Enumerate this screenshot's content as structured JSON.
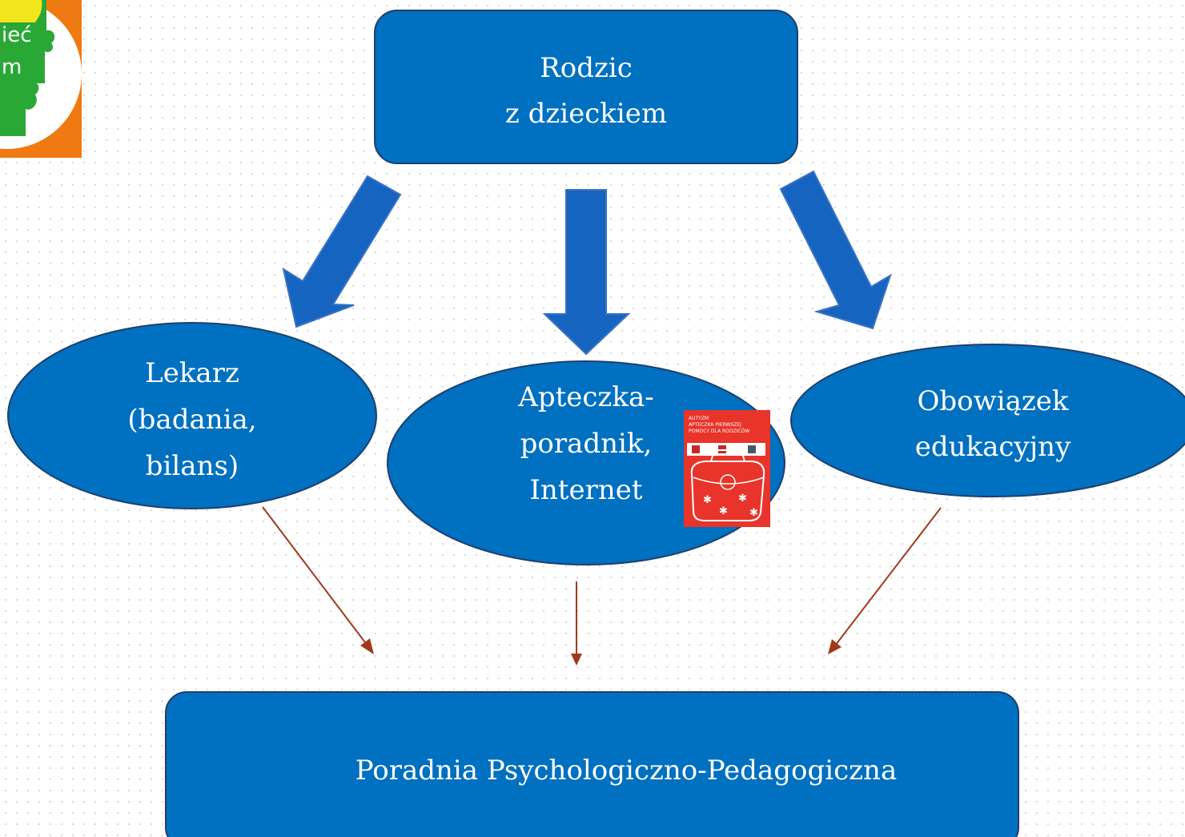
{
  "colors": {
    "node_fill": "#0070c0",
    "node_stroke": "#1f3f6e",
    "arrow_fill": "#1565c0",
    "arrow_stroke": "#3a72c4",
    "thin_arrow": "#a0391c",
    "text": "#ffffff",
    "book_red": "#e8342a",
    "logo_orange": "#f07a12",
    "logo_green": "#2aa836",
    "logo_yellow": "#f2e51c"
  },
  "logo": {
    "line1": "ieć",
    "line2": "m",
    "icon": "puzzle-logo-icon"
  },
  "nodes": {
    "parent": {
      "line1": "Rodzic",
      "line2": "z dzieckiem"
    },
    "doctor": {
      "line1": "Lekarz",
      "line2": "(badania,",
      "line3": "bilans)"
    },
    "guide": {
      "line1": "Apteczka-",
      "line2": "poradnik,",
      "line3": "Internet"
    },
    "education": {
      "line1": "Obowiązek",
      "line2": "edukacyjny"
    },
    "clinic": {
      "label": "Poradnia Psychologiczno-Pedagogiczna"
    }
  },
  "book": {
    "icon": "first-aid-bag-book-icon",
    "line1": "AUTYZM",
    "line2": "APTECZKA PIERWSZEJ",
    "line3": "POMOCY DLA RODZICÓW"
  }
}
